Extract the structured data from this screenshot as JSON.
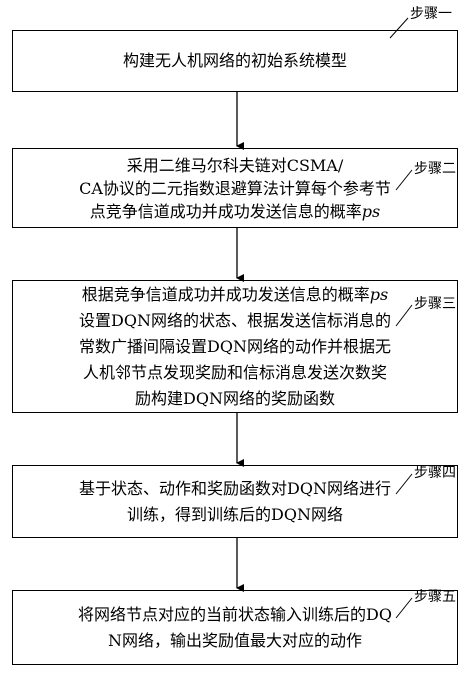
{
  "steps": [
    {
      "label": "步骤一",
      "lines": [
        "构建无人机网络的初始系统模型"
      ]
    },
    {
      "label": "步骤二",
      "lines": [
        "采用二维马尔科夫链对CSMA/",
        "CA协议的二元指数退避算法计算每个参考节",
        "点竞争信道成功并成功发送信息的概率",
        "ps"
      ]
    },
    {
      "label": "步骤三",
      "lines": [
        "根据竞争信道成功并成功发送信息的概率",
        "ps",
        "设置DQN网络的状态、根据发送信标消息的",
        "常数广播间隔设置DQN网络的动作并根据无",
        "人机邻节点发现奖励和信标消息发送次数奖",
        "励构建DQN网络的奖励函数"
      ]
    },
    {
      "label": "步骤四",
      "lines": [
        "基于状态、动作和奖励函数对DQN网络进行",
        "训练，得到训练后的DQN网络"
      ]
    },
    {
      "label": "步骤五",
      "lines": [
        "将网络节点对应的当前状态输入训练后的DQ",
        "N网络，输出奖励值最大对应的动作"
      ]
    }
  ]
}
